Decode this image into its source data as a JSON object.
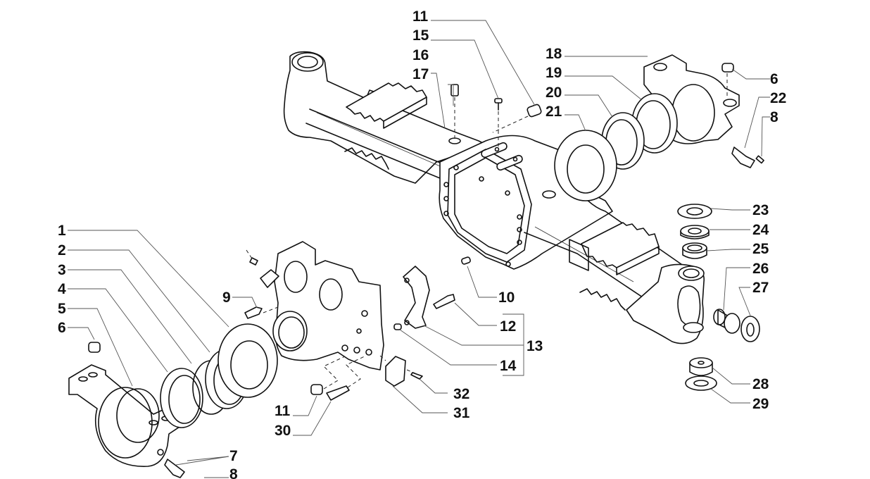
{
  "diagram": {
    "type": "exploded parts diagram",
    "subject": "axle housing assembly",
    "callouts": [
      {
        "id": "c1",
        "number": "1"
      },
      {
        "id": "c2",
        "number": "2"
      },
      {
        "id": "c3",
        "number": "3"
      },
      {
        "id": "c4",
        "number": "4"
      },
      {
        "id": "c5",
        "number": "5"
      },
      {
        "id": "c6a",
        "number": "6"
      },
      {
        "id": "c6b",
        "number": "6"
      },
      {
        "id": "c7",
        "number": "7"
      },
      {
        "id": "c8a",
        "number": "8"
      },
      {
        "id": "c8b",
        "number": "8"
      },
      {
        "id": "c9",
        "number": "9"
      },
      {
        "id": "c10",
        "number": "10"
      },
      {
        "id": "c11a",
        "number": "11"
      },
      {
        "id": "c11b",
        "number": "11"
      },
      {
        "id": "c12",
        "number": "12"
      },
      {
        "id": "c13",
        "number": "13"
      },
      {
        "id": "c14",
        "number": "14"
      },
      {
        "id": "c15",
        "number": "15"
      },
      {
        "id": "c16",
        "number": "16"
      },
      {
        "id": "c17",
        "number": "17"
      },
      {
        "id": "c18",
        "number": "18"
      },
      {
        "id": "c19",
        "number": "19"
      },
      {
        "id": "c20",
        "number": "20"
      },
      {
        "id": "c21",
        "number": "21"
      },
      {
        "id": "c22",
        "number": "22"
      },
      {
        "id": "c23",
        "number": "23"
      },
      {
        "id": "c24",
        "number": "24"
      },
      {
        "id": "c25",
        "number": "25"
      },
      {
        "id": "c26",
        "number": "26"
      },
      {
        "id": "c27",
        "number": "27"
      },
      {
        "id": "c28",
        "number": "28"
      },
      {
        "id": "c29",
        "number": "29"
      },
      {
        "id": "c30",
        "number": "30"
      },
      {
        "id": "c31",
        "number": "31"
      },
      {
        "id": "c32",
        "number": "32"
      }
    ],
    "group_bracket": {
      "label": "13",
      "members": [
        "12",
        "14"
      ]
    }
  }
}
